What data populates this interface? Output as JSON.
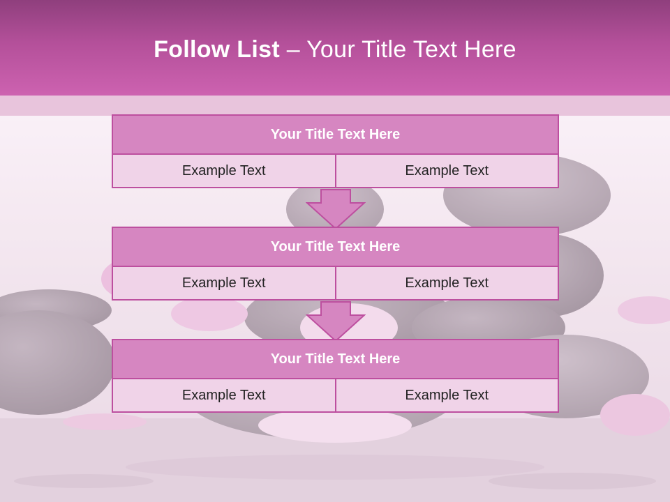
{
  "header": {
    "title_bold": "Follow List",
    "title_separator": "–",
    "title_rest": "Your Title Text Here"
  },
  "blocks": [
    {
      "title": "Your Title Text Here",
      "cells": [
        "Example Text",
        "Example Text"
      ]
    },
    {
      "title": "Your Title Text Here",
      "cells": [
        "Example Text",
        "Example Text"
      ]
    },
    {
      "title": "Your Title Text Here",
      "cells": [
        "Example Text",
        "Example Text"
      ]
    }
  ],
  "colors": {
    "header_dark": "#8f3f7d",
    "header_light": "#cd62b0",
    "block_title_fill": "#d686c1",
    "block_border": "#bd4f9f",
    "cell_fill": "#f0d3e8",
    "arrow_fill": "#d686c1"
  },
  "background_image": "spa-stones-and-pink-petals-on-water"
}
